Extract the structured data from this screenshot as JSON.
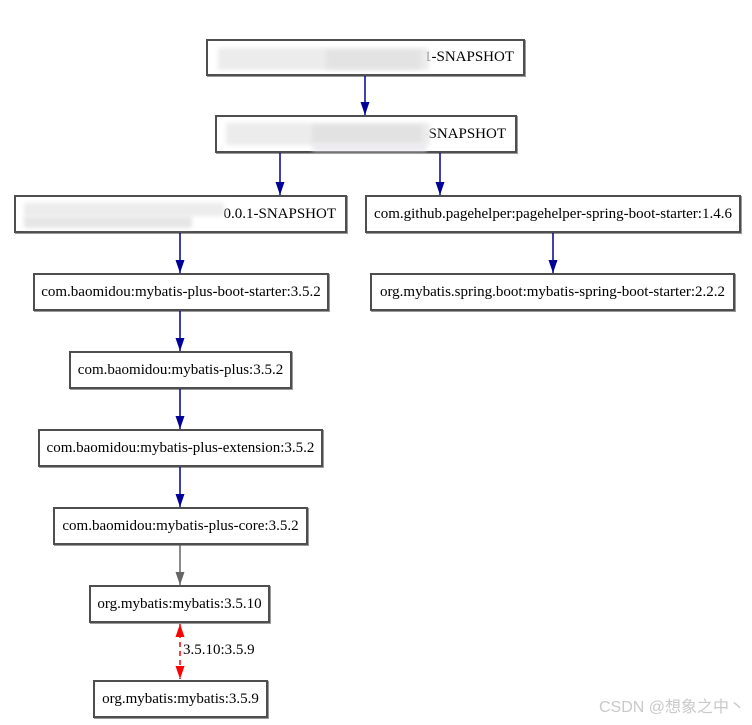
{
  "diagram": {
    "type": "maven-dependency-graph",
    "nodes": [
      {
        "id": "root-project",
        "visible_label": "0.1-SNAPSHOT",
        "redacted": true
      },
      {
        "id": "parent-module",
        "visible_label": "-SNAPSHOT",
        "redacted": true
      },
      {
        "id": "app-module",
        "visible_label": "0.0.1-SNAPSHOT",
        "redacted": true
      },
      {
        "id": "pagehelper-spring-boot-starter",
        "visible_label": "com.github.pagehelper:pagehelper-spring-boot-starter:1.4.6",
        "redacted": false
      },
      {
        "id": "mybatis-plus-boot-starter",
        "visible_label": "com.baomidou:mybatis-plus-boot-starter:3.5.2",
        "redacted": false
      },
      {
        "id": "mybatis-spring-boot-starter",
        "visible_label": "org.mybatis.spring.boot:mybatis-spring-boot-starter:2.2.2",
        "redacted": false
      },
      {
        "id": "mybatis-plus",
        "visible_label": "com.baomidou:mybatis-plus:3.5.2",
        "redacted": false
      },
      {
        "id": "mybatis-plus-extension",
        "visible_label": "com.baomidou:mybatis-plus-extension:3.5.2",
        "redacted": false
      },
      {
        "id": "mybatis-plus-core",
        "visible_label": "com.baomidou:mybatis-plus-core:3.5.2",
        "redacted": false
      },
      {
        "id": "mybatis-3.5.10",
        "visible_label": "org.mybatis:mybatis:3.5.10",
        "redacted": false
      },
      {
        "id": "mybatis-3.5.9",
        "visible_label": "org.mybatis:mybatis:3.5.9",
        "redacted": false
      }
    ],
    "edges": [
      {
        "from": "root-project",
        "to": "parent-module",
        "style": "solid",
        "color": "#000099",
        "label": ""
      },
      {
        "from": "parent-module",
        "to": "app-module",
        "style": "solid",
        "color": "#000099",
        "label": ""
      },
      {
        "from": "parent-module",
        "to": "pagehelper-spring-boot-starter",
        "style": "solid",
        "color": "#000099",
        "label": ""
      },
      {
        "from": "app-module",
        "to": "mybatis-plus-boot-starter",
        "style": "solid",
        "color": "#000099",
        "label": ""
      },
      {
        "from": "pagehelper-spring-boot-starter",
        "to": "mybatis-spring-boot-starter",
        "style": "solid",
        "color": "#000099",
        "label": ""
      },
      {
        "from": "mybatis-plus-boot-starter",
        "to": "mybatis-plus",
        "style": "solid",
        "color": "#000099",
        "label": ""
      },
      {
        "from": "mybatis-plus",
        "to": "mybatis-plus-extension",
        "style": "solid",
        "color": "#000099",
        "label": ""
      },
      {
        "from": "mybatis-plus-extension",
        "to": "mybatis-plus-core",
        "style": "solid",
        "color": "#000099",
        "label": ""
      },
      {
        "from": "mybatis-plus-core",
        "to": "mybatis-3.5.10",
        "style": "solid",
        "color": "#666666",
        "label": ""
      },
      {
        "from": "mybatis-3.5.10",
        "to": "mybatis-3.5.9",
        "style": "dashed",
        "color": "#ff0000",
        "bidirectional": true,
        "label": "3.5.10:3.5.9"
      }
    ]
  },
  "watermark": {
    "text": "CSDN @想象之中丶",
    "color": "#c9c9c9"
  },
  "colors": {
    "edge_default": "#000099",
    "edge_omitted": "#666666",
    "edge_conflict": "#ff0000",
    "node_border": "#4e4e4e",
    "node_text": "#000000"
  }
}
